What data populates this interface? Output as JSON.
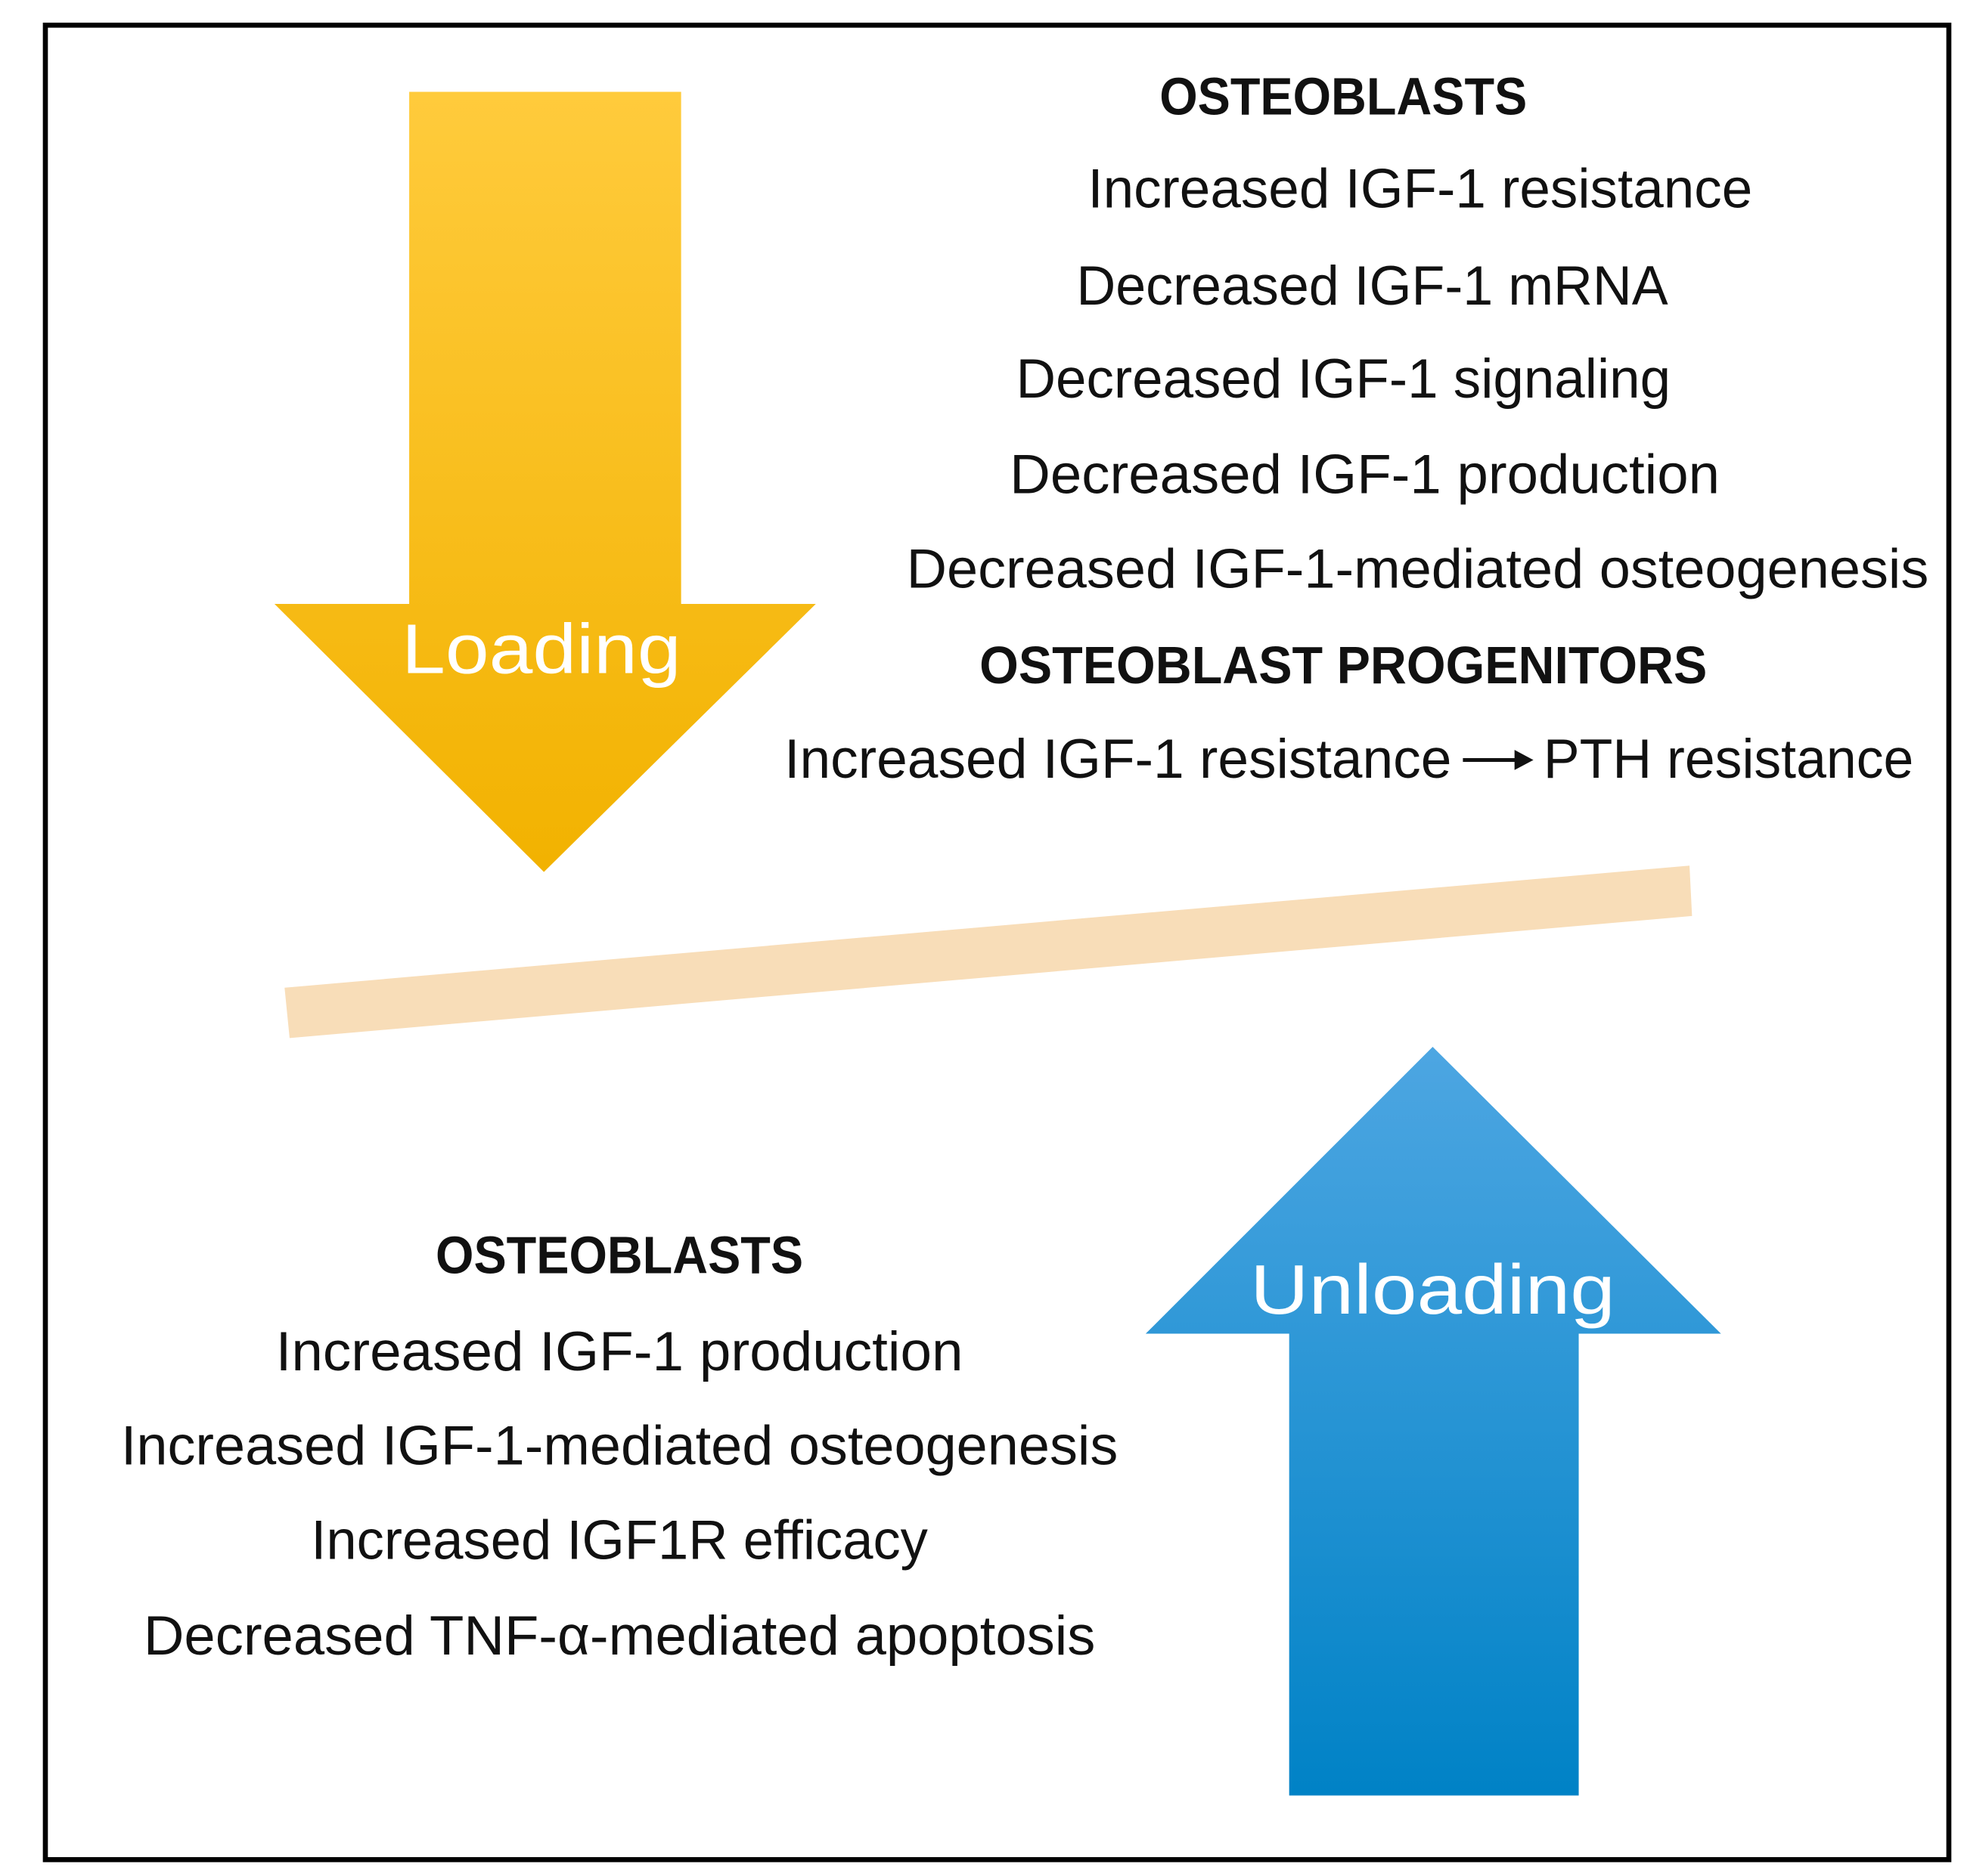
{
  "colors": {
    "loading_arrow_top": "#FFCB3C",
    "loading_arrow_bottom": "#F2B200",
    "unloading_arrow_top": "#4DA6E2",
    "unloading_arrow_bottom": "#0082C6",
    "balance_beam": "#F8DDB8",
    "border": "#000000"
  },
  "loading": {
    "label": "Loading",
    "direction": "down",
    "osteoblasts_heading": "OSTEOBLASTS",
    "osteoblast_effects": [
      "Increased IGF-1 resistance",
      "Decreased IGF-1 mRNA",
      "Decreased IGF-1 signaling",
      "Decreased IGF-1 production",
      "Decreased IGF-1-mediated osteogenesis"
    ],
    "progenitors_heading": "OSTEOBLAST PROGENITORS",
    "progenitor_effect": {
      "cause": "Increased IGF-1 resistance",
      "arrow_icon": "right-arrow",
      "effect": "PTH resistance"
    }
  },
  "unloading": {
    "label": "Unloading",
    "direction": "up",
    "osteoblasts_heading": "OSTEOBLASTS",
    "osteoblast_effects": [
      "Increased IGF-1 production",
      "Increased IGF-1-mediated osteogenesis",
      "Increased IGF1R efficacy",
      "Decreased TNF-α-mediated apoptosis"
    ]
  }
}
